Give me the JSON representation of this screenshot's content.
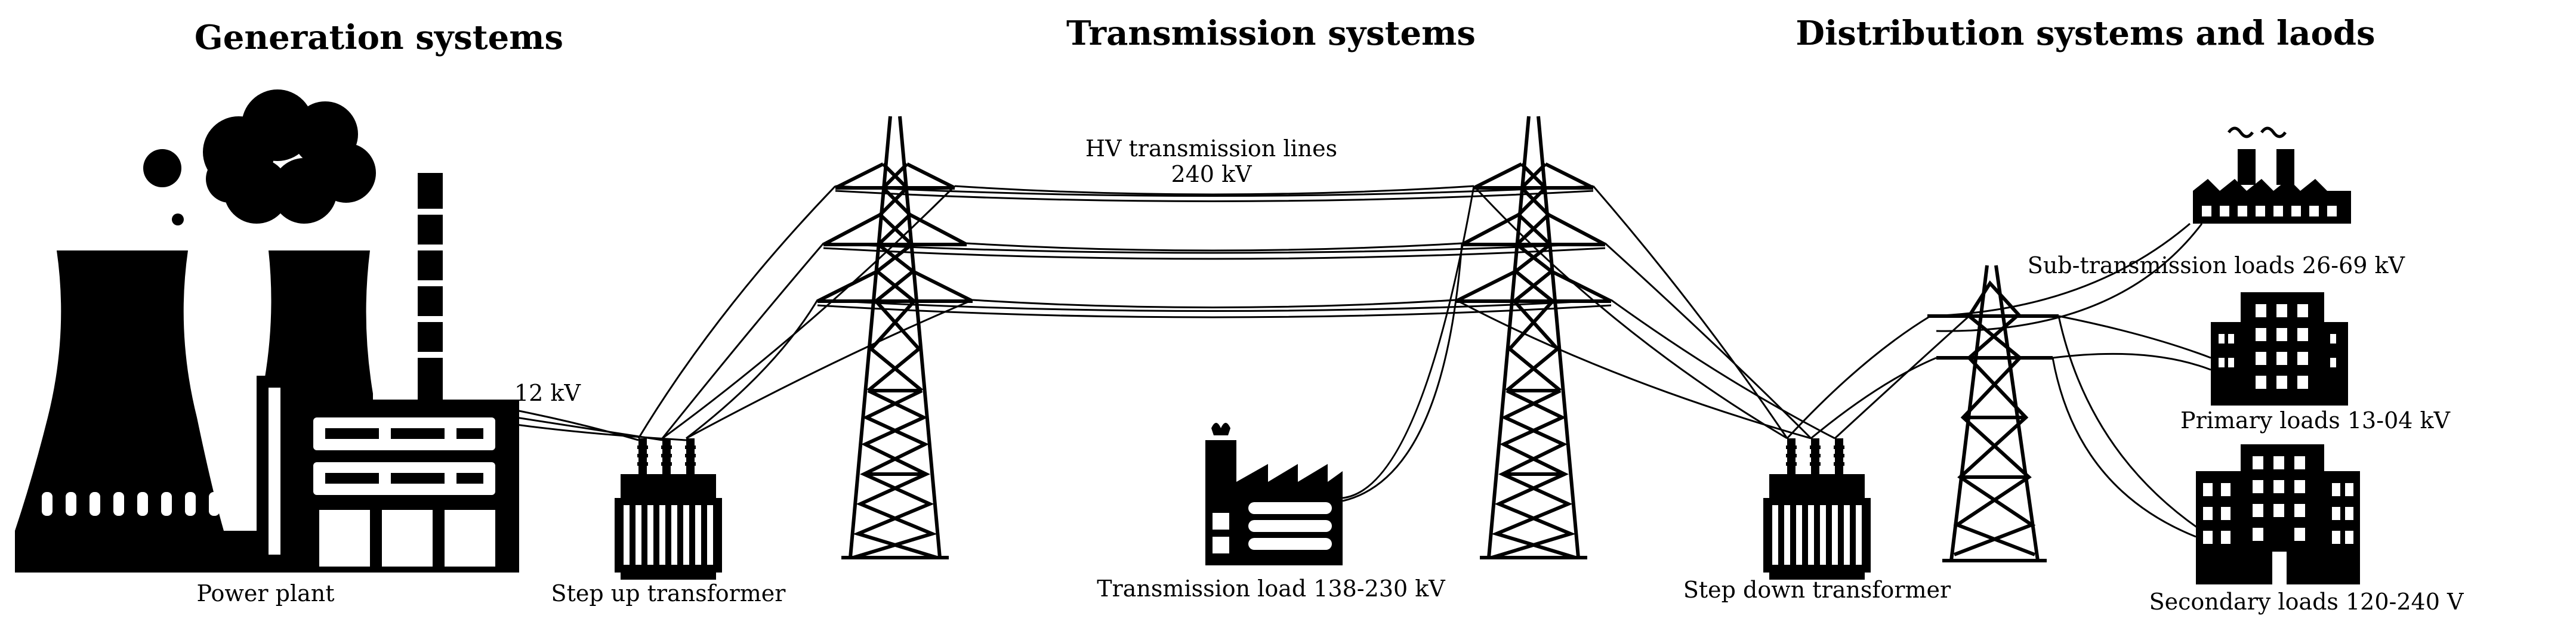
{
  "headings": {
    "generation": "Generation systems",
    "transmission": "Transmission systems",
    "distribution": "Distribution systems and laods"
  },
  "labels": {
    "power_plant": "Power plant",
    "gen_voltage": "12 kV",
    "step_up": "Step up transformer",
    "hv_lines": "HV transmission lines",
    "hv_voltage": "240 kV",
    "transmission_load": "Transmission load 138-230 kV",
    "step_down": "Step down transformer",
    "subtransmission_loads": "Sub-transmission loads 26-69 kV",
    "primary_loads": "Primary loads 13-04 kV",
    "secondary_loads": "Secondary loads 120-240 V"
  },
  "icons": {
    "power_plant": "power-plant-icon",
    "transformer": "transformer-icon",
    "tower": "transmission-tower-icon",
    "factory": "factory-icon",
    "building": "building-icon"
  },
  "colors": {
    "ink": "#000000",
    "background": "#ffffff"
  }
}
